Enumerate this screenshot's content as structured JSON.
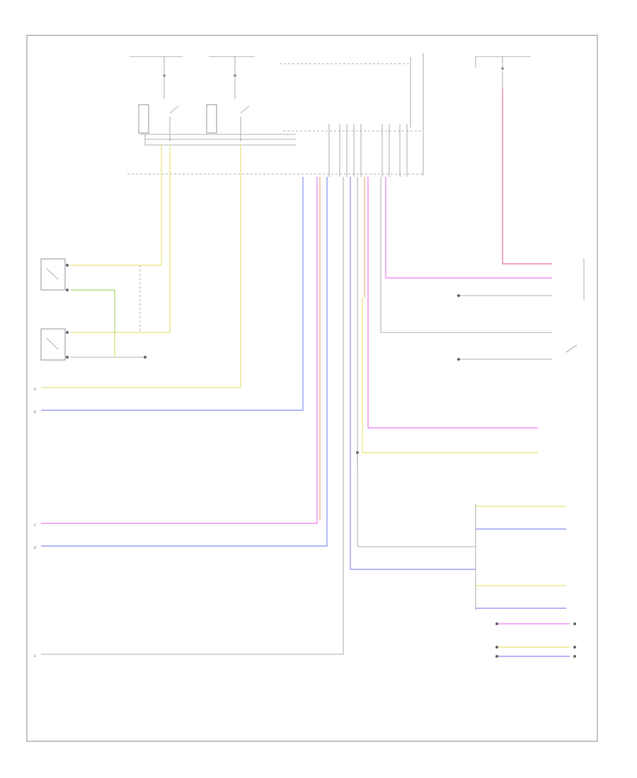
{
  "colors": {
    "yellow": "#e6e27a",
    "pink": "#f07ef0",
    "blue": "#8a8ef0",
    "orange": "#f2b27a",
    "green": "#a8d66a",
    "red": "#f070a0",
    "grey": "#9a9a9a",
    "border": "#888888"
  },
  "labels": {
    "footer_code": "",
    "left_row_lamp": "",
    "right_row_lamp": "",
    "module": "",
    "battery": "",
    "reverse_switch": "",
    "brake_switch": "",
    "pin_a": "A",
    "pin_b": "B",
    "pin_c": "C",
    "pin_d": "D",
    "pin_e": "E"
  }
}
